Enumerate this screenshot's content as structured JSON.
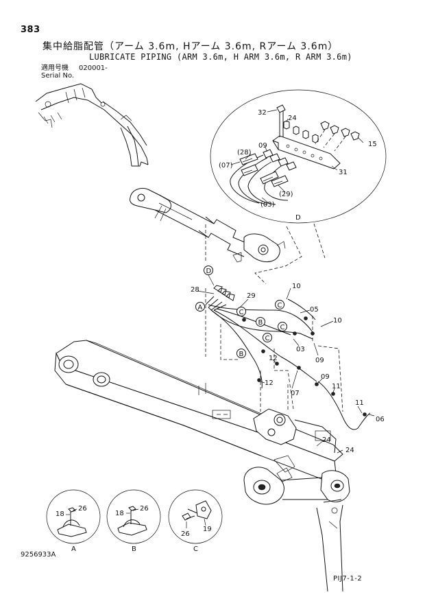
{
  "header": {
    "page_number": "383",
    "title_jp": "集中給脂配管（アーム 3.6m, Hアーム 3.6m, Rアーム 3.6m）",
    "title_en": "LUBRICATE PIPING (ARM 3.6m, H ARM 3.6m, R ARM 3.6m)",
    "serial_label_jp": "適用号機",
    "serial_label_en": "Serial No.",
    "serial_value": "020001-"
  },
  "footer": {
    "drawing_number": "9256933A",
    "page_reference": "PIJ7-1-2"
  },
  "detail_d": {
    "label": "D",
    "callouts": {
      "c32": "32",
      "c24": "24",
      "c09": "09",
      "c15": "15",
      "c28": "(28)",
      "c07": "(07)",
      "c31": "31",
      "c29": "(29)",
      "c03": "(03)"
    }
  },
  "main_view": {
    "markers": {
      "d": "D",
      "a": "A",
      "c1": "C",
      "c2": "C",
      "c3": "C",
      "c4": "C",
      "b1": "B",
      "b2": "B"
    },
    "callouts": {
      "p28": "28",
      "p29": "29",
      "p10a": "10",
      "p05": "05",
      "p10b": "10",
      "p03": "03",
      "p09a": "09",
      "p12a": "12",
      "p12b": "12",
      "p07": "07",
      "p09b": "09",
      "p11a": "11",
      "p11b": "11",
      "p06": "06",
      "p24a": "24",
      "p24b": "24"
    }
  },
  "details_bottom": [
    {
      "label": "A",
      "parts": [
        "18",
        "26"
      ]
    },
    {
      "label": "B",
      "parts": [
        "18",
        "26"
      ]
    },
    {
      "label": "C",
      "parts": [
        "26",
        "19"
      ]
    }
  ]
}
